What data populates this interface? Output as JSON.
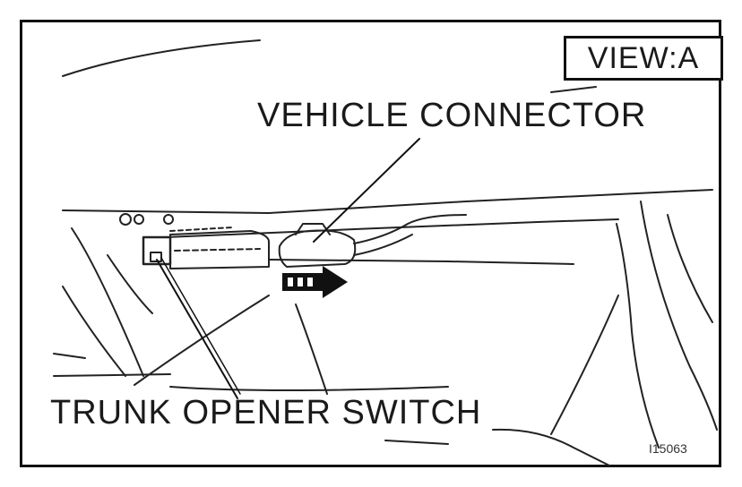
{
  "view_label": "VIEW:A",
  "labels": {
    "vehicle_connector": "VEHICLE CONNECTOR",
    "trunk_opener_switch": "TRUNK OPENER SWITCH"
  },
  "figure_id": "I15063",
  "colors": {
    "ink": "#111111",
    "background": "#ffffff"
  }
}
